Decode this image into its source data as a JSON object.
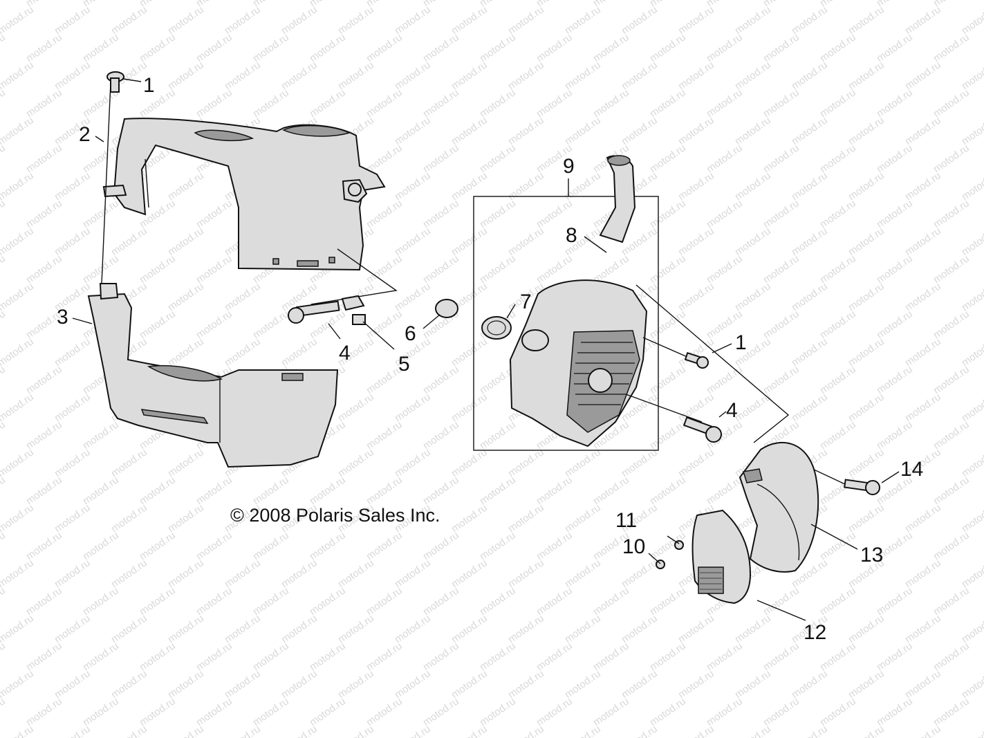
{
  "watermark": "motod.ru",
  "copyright": "© 2008 Polaris Sales Inc.",
  "callouts": {
    "p1a": "1",
    "p2": "2",
    "p3": "3",
    "p4a": "4",
    "p5": "5",
    "p6": "6",
    "p7": "7",
    "p8": "8",
    "p9": "9",
    "p1b": "1",
    "p4b": "4",
    "p10": "10",
    "p11": "11",
    "p12": "12",
    "p13": "13",
    "p14": "14"
  }
}
